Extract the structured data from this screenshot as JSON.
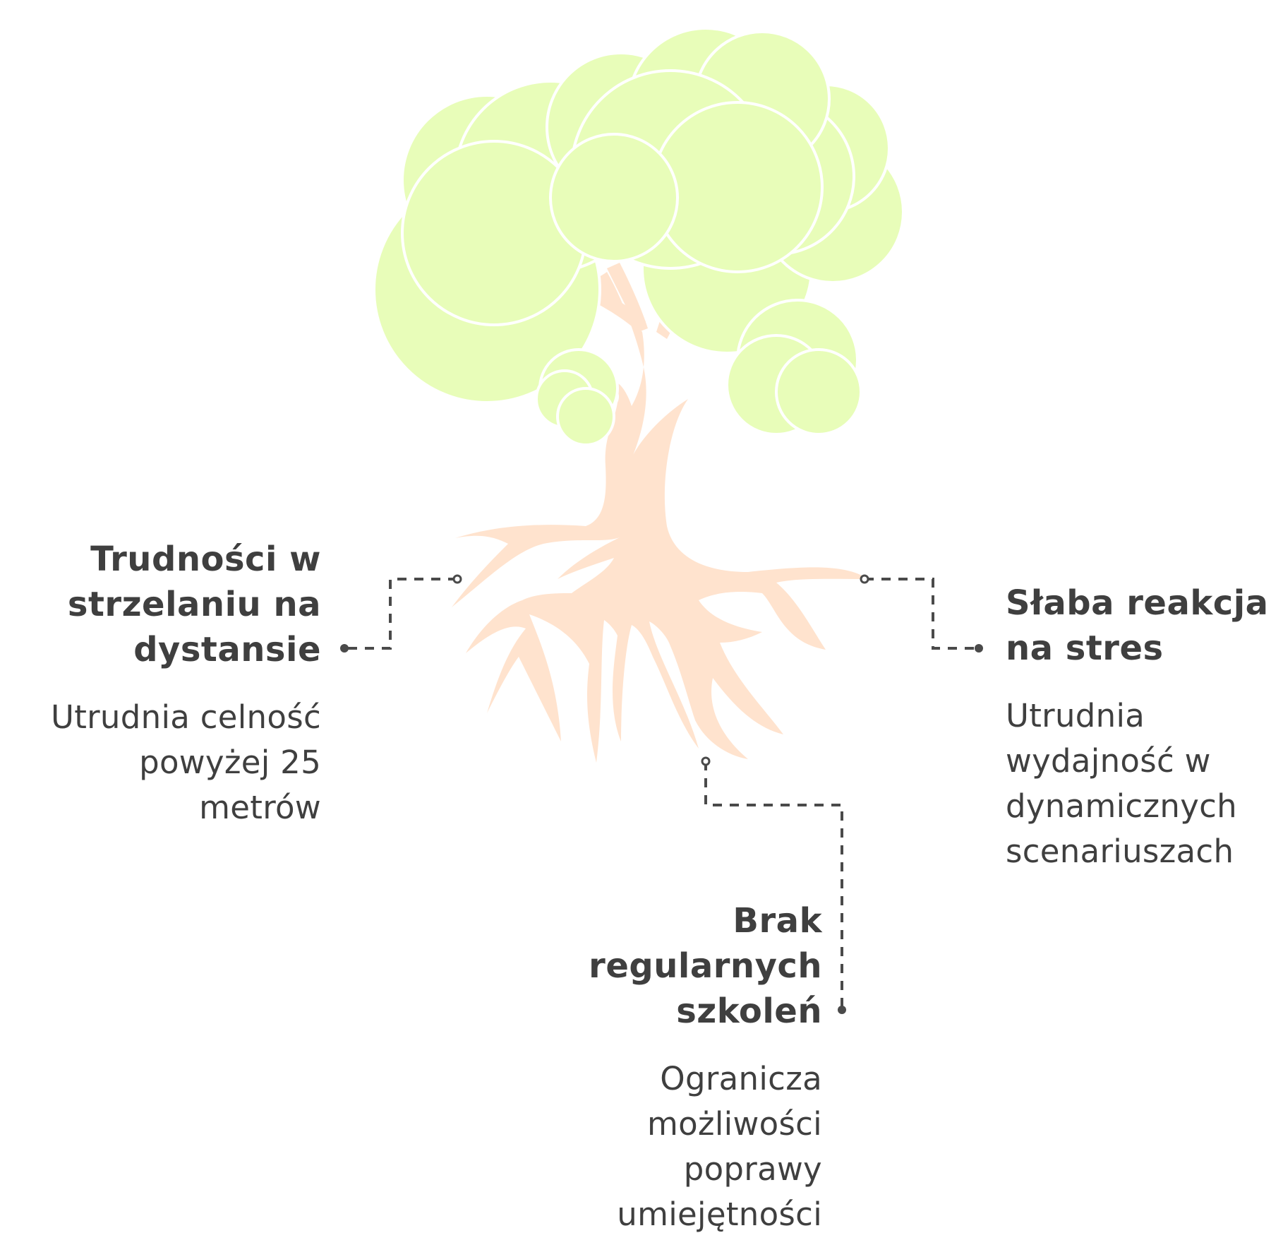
{
  "colors": {
    "canopy": "#e8fdb9",
    "canopy_outline": "#ffffff",
    "trunk": "#ffe3ce",
    "text": "#3f3f3f",
    "connector": "#4a4a4a"
  },
  "icons": [
    "tree-illustration"
  ],
  "items": [
    {
      "id": "left",
      "title": "Trudności w strzelaniu na dystansie",
      "description": "Utrudnia celność powyżej 25 metrów"
    },
    {
      "id": "right",
      "title": "Słaba reakcja na stres",
      "description": "Utrudnia wydajność w dynamicznych scenariuszach"
    },
    {
      "id": "bottom",
      "title": "Brak regularnych szkoleń",
      "description": "Ogranicza możliwości poprawy umiejętności"
    }
  ]
}
